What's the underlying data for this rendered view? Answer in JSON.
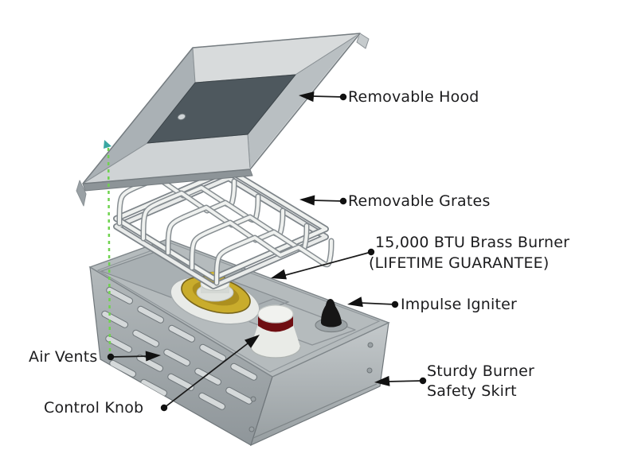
{
  "labels": {
    "hood": "Removable Hood",
    "grates": "Removable Grates",
    "burner_line1": "15,000 BTU Brass Burner",
    "burner_line2": "(LIFETIME GUARANTEE)",
    "igniter": "Impulse Igniter",
    "air_vents": "Air Vents",
    "control_knob": "Control Knob",
    "skirt_line1": "Sturdy Burner",
    "skirt_line2": "Safety Skirt"
  },
  "colors": {
    "label_text": "#1c1c1e",
    "leader_line": "#1a1a1a",
    "guide_green": "#6fd34f",
    "guide_teal": "#3aa7a2",
    "brass": "#c9ac2c",
    "brass_dark": "#77641a",
    "knob_red": "#6f0e12",
    "igniter_black": "#161616",
    "metal_light": "#d8dbdc",
    "metal_mid": "#b5bbbd",
    "metal_dark_panel": "#4e585e",
    "grate_wire": "#eff1ef",
    "background": "#ffffff"
  },
  "icons": {
    "arrowheads": "solid black triangle pointers",
    "leader_dots": "black bullet at label end of each leader line"
  }
}
